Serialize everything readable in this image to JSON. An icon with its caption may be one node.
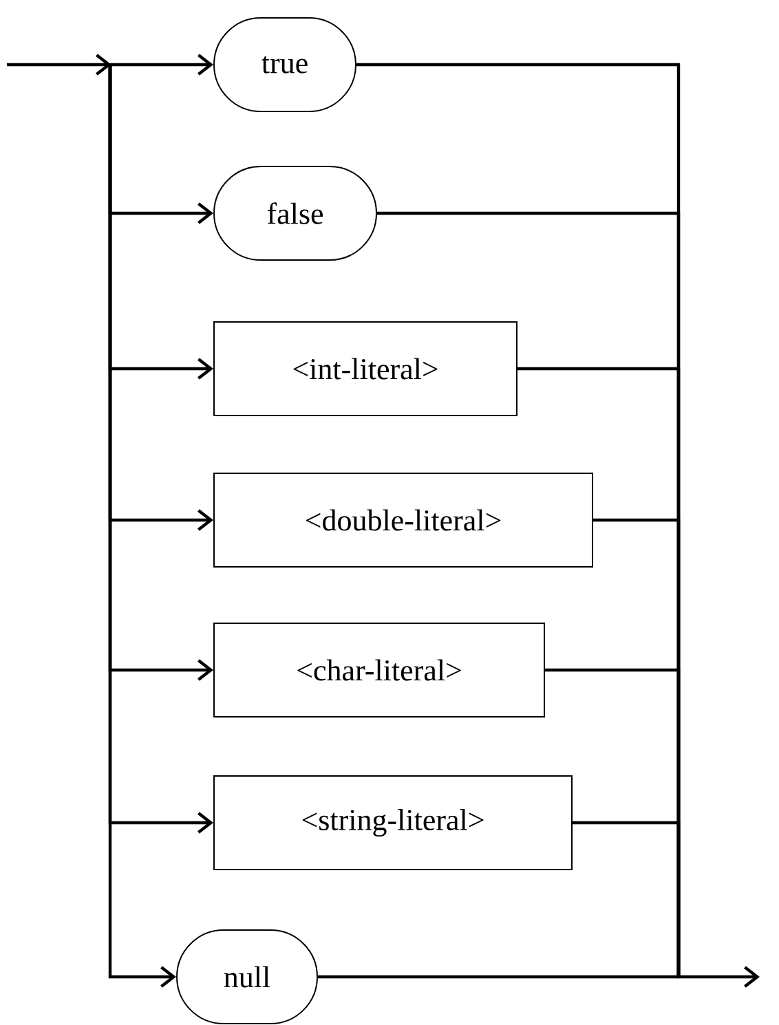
{
  "diagram": {
    "nodes": [
      {
        "text": [
          "true"
        ]
      },
      {
        "text": [
          "false"
        ]
      },
      {
        "text": [
          "<int-literal>"
        ]
      },
      {
        "text": [
          "<double-literal>"
        ]
      },
      {
        "text": [
          "<char-literal>"
        ]
      },
      {
        "text": [
          "<string-literal>"
        ]
      },
      {
        "text": [
          "null"
        ]
      }
    ],
    "edges": [
      {
        "from": null,
        "to": 0,
        "arrow": "to"
      },
      {
        "from": null,
        "to": 1,
        "arrow": "to"
      },
      {
        "from": null,
        "to": 2,
        "arrow": "to"
      },
      {
        "from": null,
        "to": 3,
        "arrow": "to"
      },
      {
        "from": null,
        "to": 4,
        "arrow": "to"
      },
      {
        "from": null,
        "to": 5,
        "arrow": "to"
      },
      {
        "from": null,
        "to": 6,
        "arrow": "to"
      },
      {
        "from": 0,
        "to": null,
        "arrow": "to"
      },
      {
        "from": 1,
        "to": null,
        "arrow": "to"
      },
      {
        "from": 2,
        "to": null,
        "arrow": "to"
      },
      {
        "from": 3,
        "to": null,
        "arrow": "to"
      },
      {
        "from": 4,
        "to": null,
        "arrow": "to"
      },
      {
        "from": 5,
        "to": null,
        "arrow": "to"
      },
      {
        "from": 6,
        "to": null,
        "arrow": "to"
      }
    ]
  }
}
